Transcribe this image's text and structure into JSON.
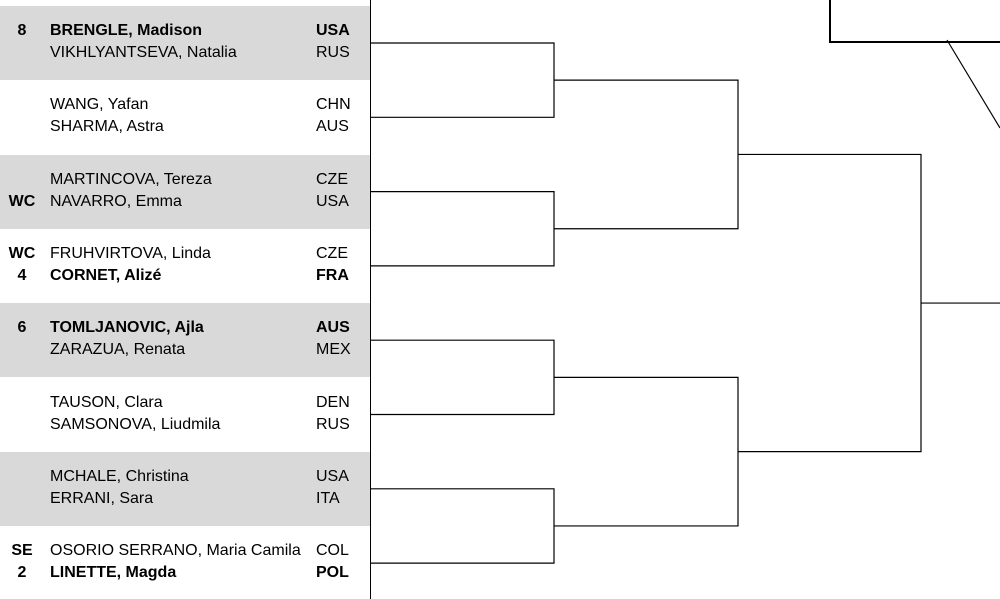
{
  "matches": [
    {
      "players": [
        {
          "seed": "8",
          "name": "BRENGLE, Madison",
          "nation": "USA",
          "bold": true
        },
        {
          "seed": "",
          "name": "VIKHLYANTSEVA, Natalia",
          "nation": "RUS",
          "bold": false
        }
      ]
    },
    {
      "players": [
        {
          "seed": "",
          "name": "WANG, Yafan",
          "nation": "CHN",
          "bold": false
        },
        {
          "seed": "",
          "name": "SHARMA, Astra",
          "nation": "AUS",
          "bold": false
        }
      ]
    },
    {
      "players": [
        {
          "seed": "",
          "name": "MARTINCOVA, Tereza",
          "nation": "CZE",
          "bold": false
        },
        {
          "seed": "WC",
          "name": "NAVARRO, Emma",
          "nation": "USA",
          "bold": false
        }
      ]
    },
    {
      "players": [
        {
          "seed": "WC",
          "name": "FRUHVIRTOVA, Linda",
          "nation": "CZE",
          "bold": false
        },
        {
          "seed": "4",
          "name": "CORNET, Alizé",
          "nation": "FRA",
          "bold": true
        }
      ]
    },
    {
      "players": [
        {
          "seed": "6",
          "name": "TOMLJANOVIC, Ajla",
          "nation": "AUS",
          "bold": true
        },
        {
          "seed": "",
          "name": "ZARAZUA, Renata",
          "nation": "MEX",
          "bold": false
        }
      ]
    },
    {
      "players": [
        {
          "seed": "",
          "name": "TAUSON, Clara",
          "nation": "DEN",
          "bold": false
        },
        {
          "seed": "",
          "name": "SAMSONOVA, Liudmila",
          "nation": "RUS",
          "bold": false
        }
      ]
    },
    {
      "players": [
        {
          "seed": "",
          "name": "MCHALE, Christina",
          "nation": "USA",
          "bold": false
        },
        {
          "seed": "",
          "name": "ERRANI, Sara",
          "nation": "ITA",
          "bold": false
        }
      ]
    },
    {
      "players": [
        {
          "seed": "SE",
          "name": "OSORIO SERRANO, Maria Camila",
          "nation": "COL",
          "bold": false
        },
        {
          "seed": "2",
          "name": "LINETTE, Magda",
          "nation": "POL",
          "bold": true
        }
      ]
    }
  ],
  "colors": {
    "band": "#d9d9d9",
    "line": "#000000",
    "text": "#000000"
  }
}
